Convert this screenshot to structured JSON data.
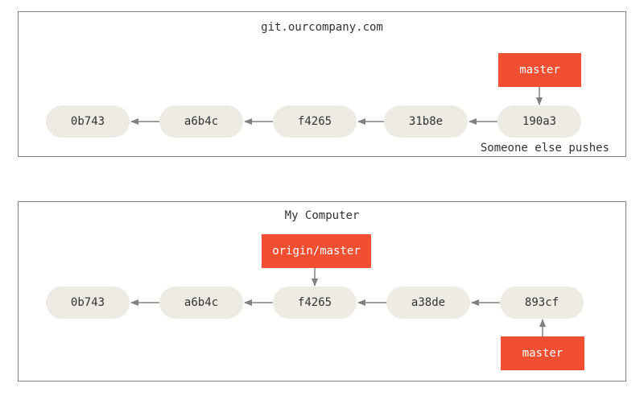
{
  "colors": {
    "commit_fill": "#edebe3",
    "branch_fill": "#f14e32",
    "arrow": "#808080",
    "border": "#808080",
    "text": "#333333"
  },
  "remote": {
    "title": "git.ourcompany.com",
    "commits": [
      "0b743",
      "a6b4c",
      "f4265",
      "31b8e",
      "190a3"
    ],
    "branch_label": "master",
    "note": "Someone else pushes"
  },
  "local": {
    "title": "My Computer",
    "commits": [
      "0b743",
      "a6b4c",
      "f4265",
      "a38de",
      "893cf"
    ],
    "origin_branch_label": "origin/master",
    "branch_label": "master"
  }
}
